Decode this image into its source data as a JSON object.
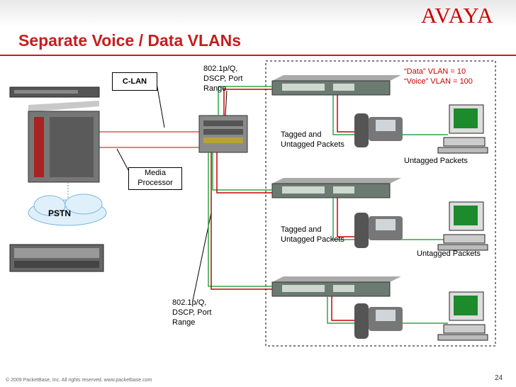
{
  "header": {
    "logo": "AVAYA",
    "title": "Separate Voice / Data VLANs"
  },
  "labels": {
    "clan": "C-LAN",
    "media_processor_1": "Media",
    "media_processor_2": "Processor",
    "pstn": "PSTN",
    "top_dot1p_1": "802.1p/Q,",
    "top_dot1p_2": "DSCP, Port",
    "top_dot1p_3": "Range",
    "bottom_dot1p_1": "802.1p/Q,",
    "bottom_dot1p_2": "DSCP, Port",
    "bottom_dot1p_3": "Range",
    "data_vlan": "“Data” VLAN = 10",
    "voice_vlan": "“Voice” VLAN = 100",
    "tagged_1a": "Tagged and",
    "tagged_1b": "Untagged Packets",
    "untagged_1": "Untagged Packets",
    "tagged_2a": "Tagged and",
    "tagged_2b": "Untagged Packets",
    "untagged_2": "Untagged Packets"
  },
  "colors": {
    "brand": "#cc0000",
    "title": "#c41e1e",
    "data_link": "#2aa84a",
    "voice_link": "#cc0000"
  },
  "footer": {
    "copyright": "© 2009 PacketBase, Inc. All rights reserved.   www.packetbase.com",
    "page": "24"
  }
}
